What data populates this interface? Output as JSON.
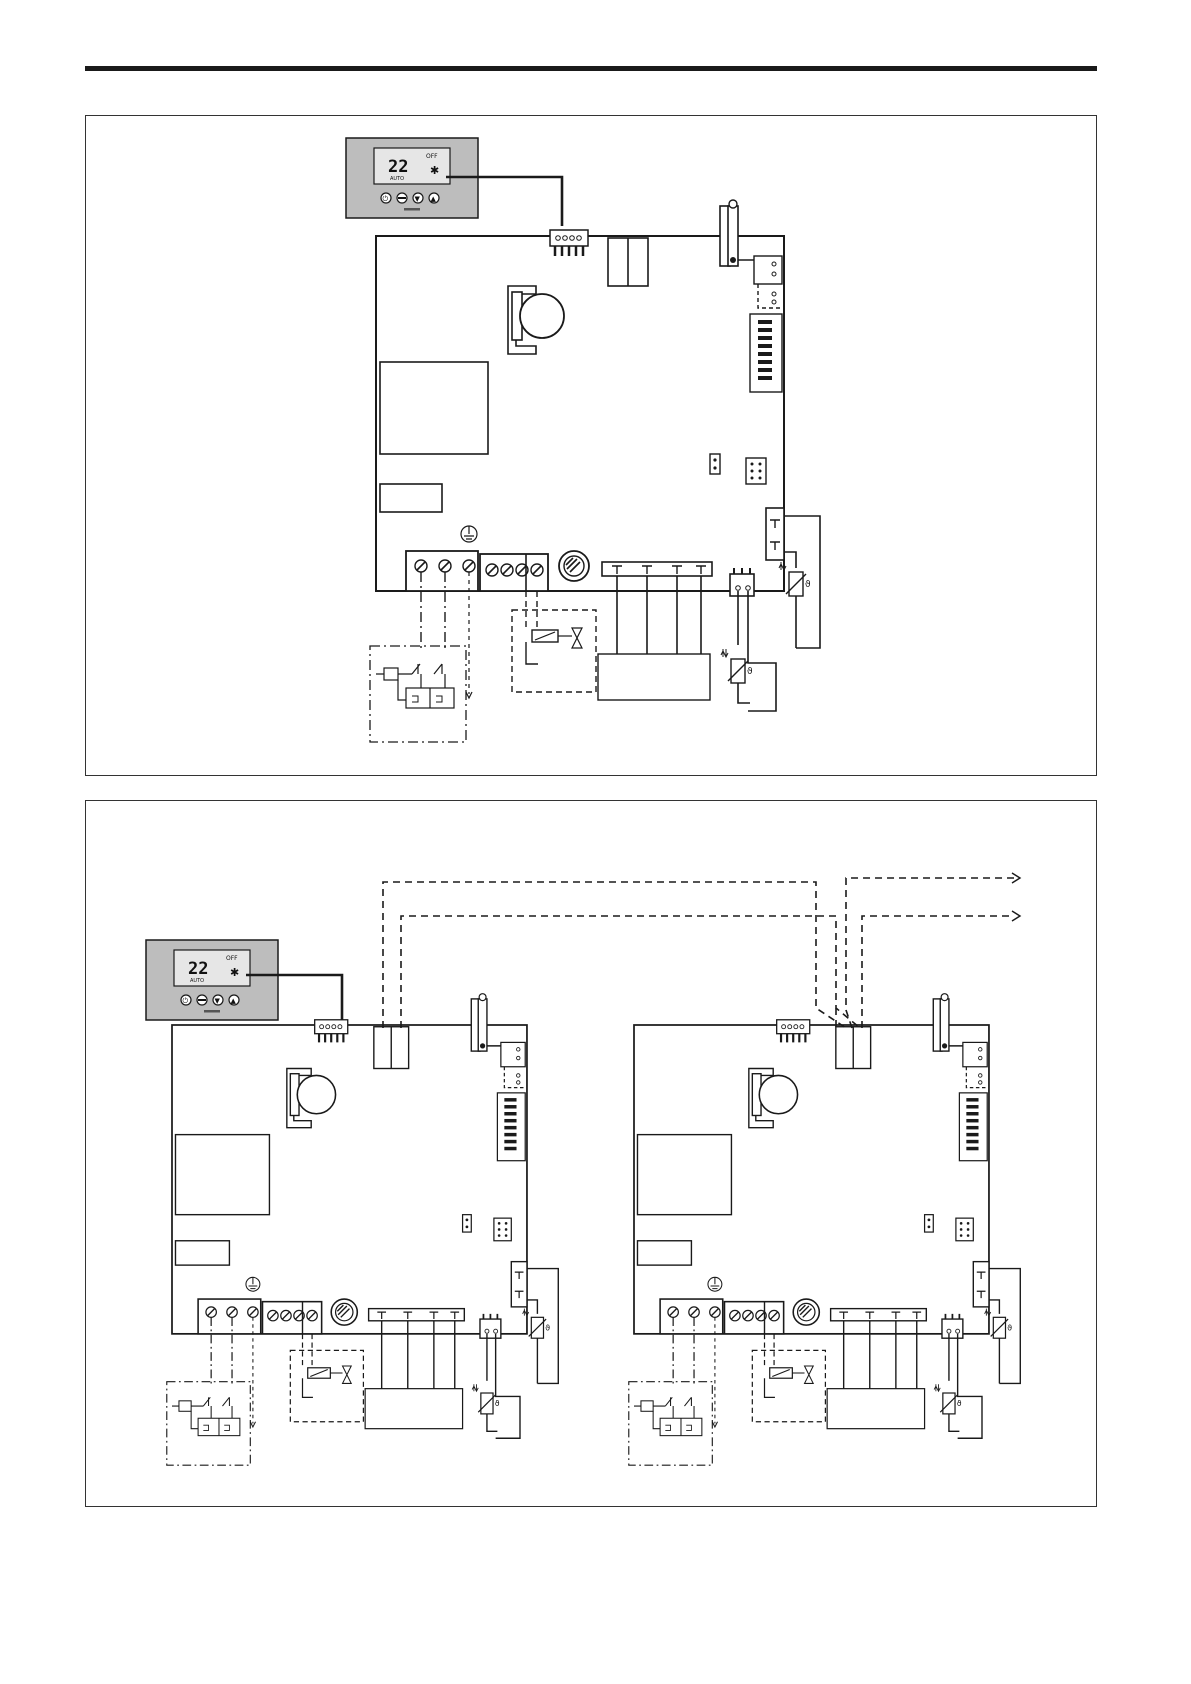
{
  "colors": {
    "line": "#1a1a1a",
    "panel_fill": "#bdbdbd",
    "lcd_fill": "#e6e6e6",
    "background": "#ffffff"
  },
  "controller": {
    "display_value": "22",
    "mode_text": "OFF",
    "auto_text": "AUTO",
    "buttons": [
      "power-icon",
      "mode-icon",
      "down-icon",
      "up-icon"
    ]
  }
}
